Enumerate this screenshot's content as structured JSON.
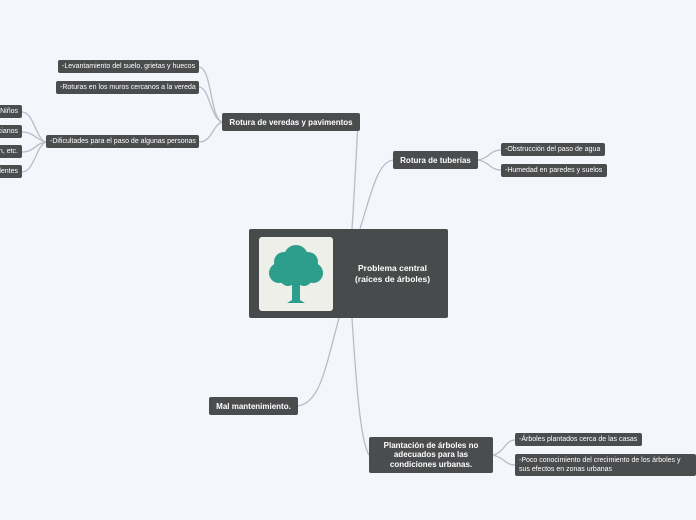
{
  "central": {
    "title": "Problema central\n(raíces de árboles)",
    "icon": "tree-icon",
    "icon_color": "#2e9e8c"
  },
  "branches": {
    "veredas": {
      "label": "Rotura de veredas y pavimentos",
      "items": [
        "-Levantamiento del suelo, grietas y huecos",
        "-Roturas en los muros cercanos a la vereda",
        "-Dificultades para el paso de algunas personas"
      ],
      "subitems": [
        "Niños",
        "cianos",
        "n, etc.",
        "dentes"
      ]
    },
    "tuberias": {
      "label": "Rotura de tuberías",
      "items": [
        "-Obstrucción del paso de agua",
        "-Humedad en paredes y suelos"
      ]
    },
    "mantenimiento": {
      "label": "Mal mantenimiento."
    },
    "plantacion": {
      "label": "Plantación de árboles no adecuados para las condiciones urbanas.",
      "items": [
        "-Árboles plantados cerca de las casas",
        "-Poco conocimiento del crecimiento de los árboles y sus efectos en zonas urbanas"
      ]
    }
  },
  "colors": {
    "background": "#f4f6fc",
    "node": "#4b4c4e",
    "connector": "#b8bcc6"
  }
}
